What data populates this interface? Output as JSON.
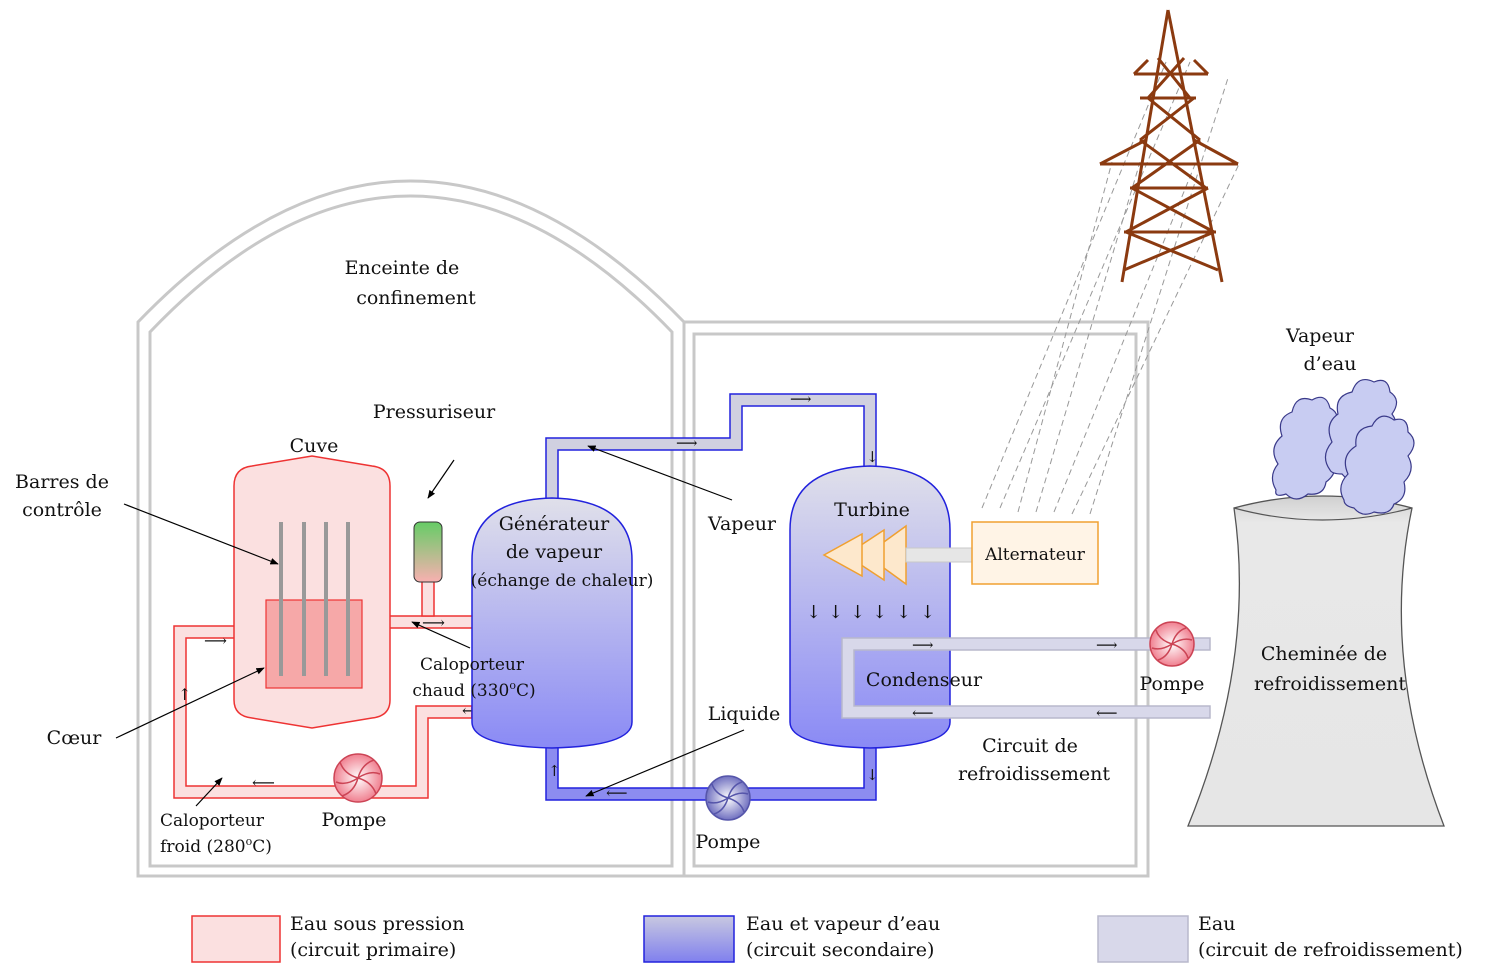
{
  "labels": {
    "enceinte": [
      "Enceinte de",
      "confinement"
    ],
    "cuve": "Cuve",
    "pressuriseur": "Pressuriseur",
    "barres": [
      "Barres de",
      "contrôle"
    ],
    "coeur": "Cœur",
    "generateur": [
      "Générateur",
      "de vapeur",
      "(échange de chaleur)"
    ],
    "caloporteur_chaud": [
      "Caloporteur",
      "chaud (330",
      "o",
      "C)"
    ],
    "caloporteur_froid": [
      "Caloporteur",
      "froid (280",
      "o",
      "C)"
    ],
    "pompe_primaire": "Pompe",
    "vapeur": "Vapeur",
    "liquide": "Liquide",
    "pompe_secondaire": "Pompe",
    "turbine": "Turbine",
    "alternateur": "Alternateur",
    "condenseur": "Condenseur",
    "pompe_refroid": "Pompe",
    "circuit_refroid": [
      "Circuit de",
      "refroidissement"
    ],
    "cheminee": [
      "Cheminée de",
      "refroidissement"
    ],
    "vapeur_eau": [
      "Vapeur",
      "d’eau"
    ]
  },
  "legend": [
    {
      "line1": "Eau sous pression",
      "line2": "(circuit primaire)",
      "color": "#f4a0a0"
    },
    {
      "line1": "Eau et vapeur d’eau",
      "line2": "(circuit secondaire)",
      "color": "#8080ee"
    },
    {
      "line1": "Eau",
      "line2": "(circuit de refroidissement)",
      "color": "#d8d8ea"
    }
  ],
  "colors": {
    "primary": "#ee3333",
    "primary_fill": "#fbe0e0",
    "secondary": "#2222dd",
    "cooling": "#b8b8cc",
    "pylon": "#8b3a10",
    "turbine": "#f0a030"
  }
}
